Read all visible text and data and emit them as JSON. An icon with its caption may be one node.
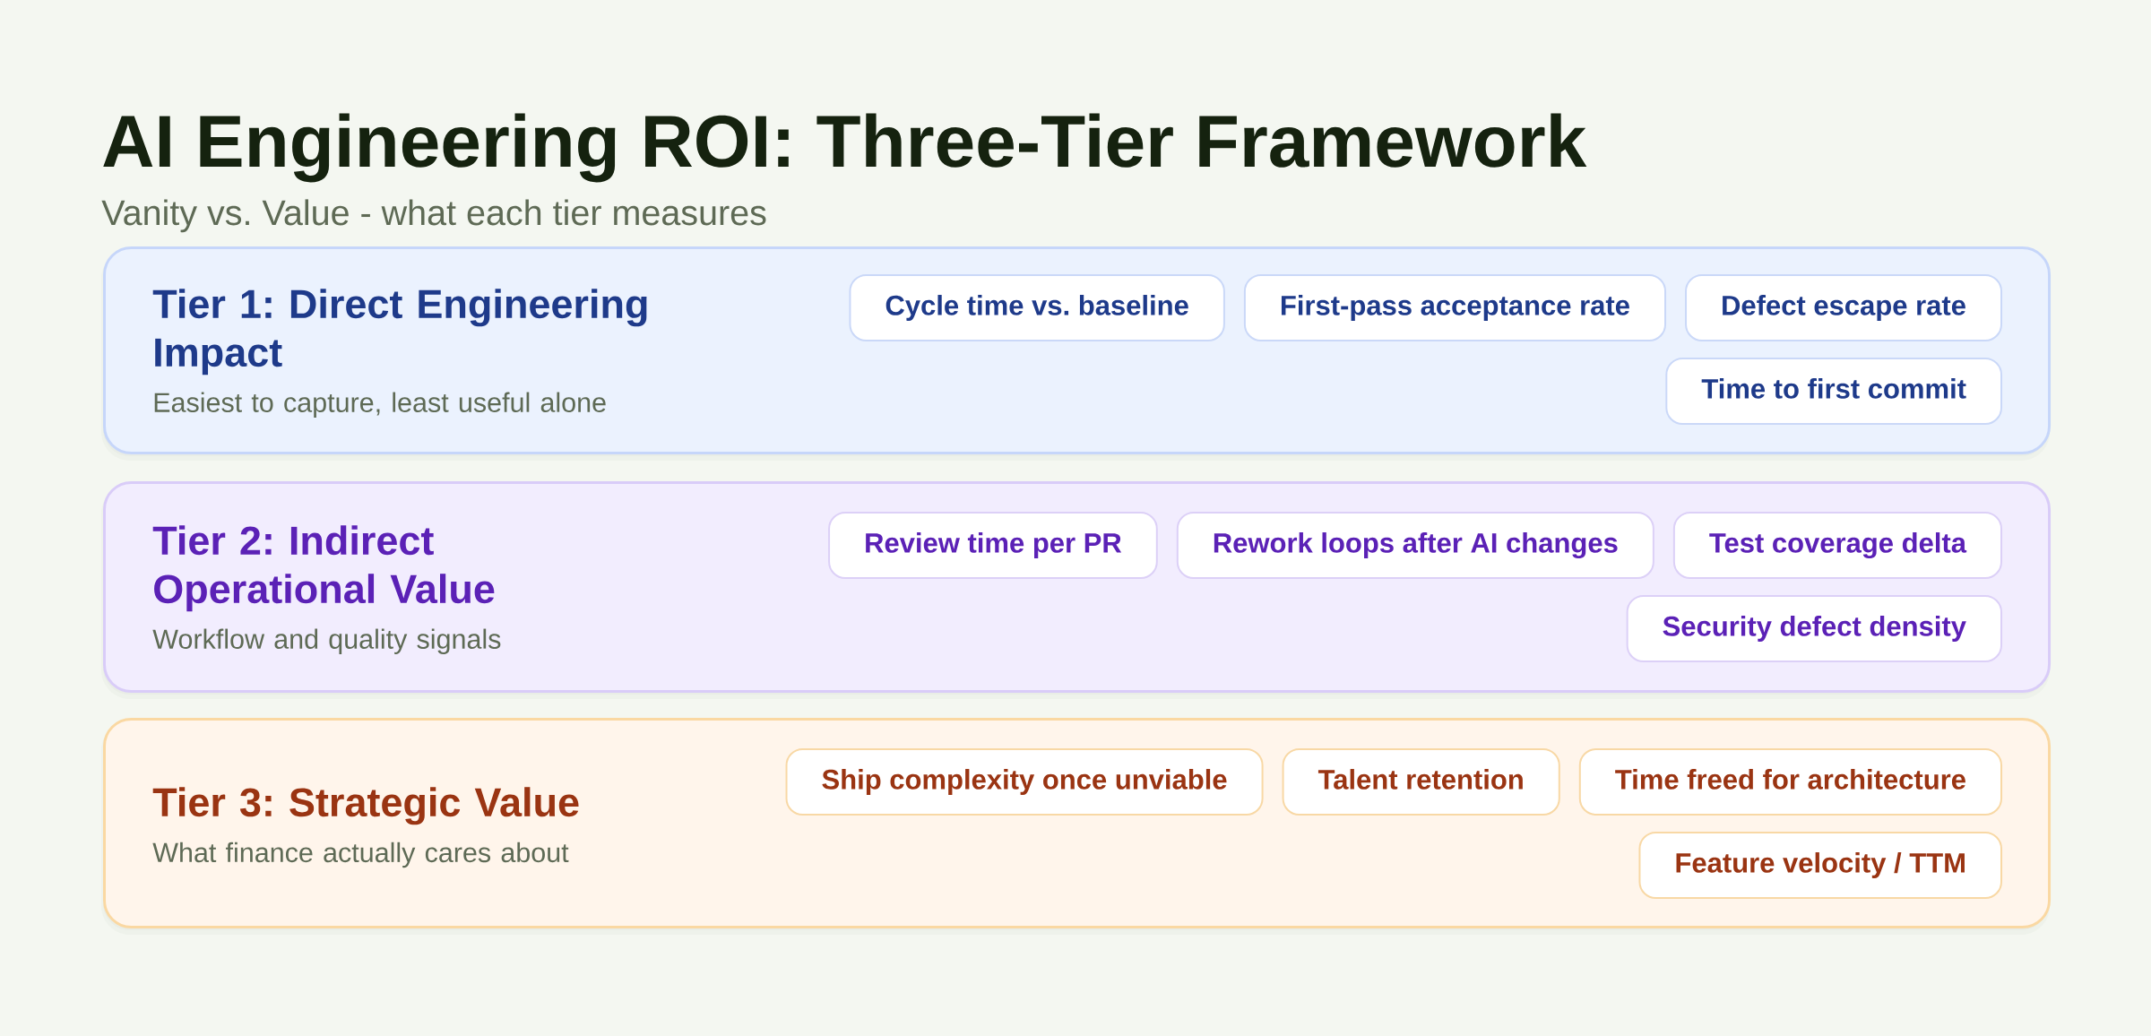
{
  "diagram": {
    "title": "AI Engineering ROI: Three-Tier Framework",
    "nodes": [
      {
        "text": [
          "Tier 1: Direct Engineering Impact",
          "Easiest to capture, least useful alone"
        ]
      },
      {
        "text": [
          "Cycle time vs. baseline"
        ],
        "in": 0
      },
      {
        "text": [
          "First-pass acceptance rate"
        ],
        "in": 0
      },
      {
        "text": [
          "Defect escape rate"
        ],
        "in": 0
      },
      {
        "text": [
          "Time to first commit"
        ],
        "in": 0
      },
      {
        "text": [
          "Tier 2: Indirect Operational Value",
          "Workflow and quality signals"
        ]
      },
      {
        "text": [
          "Review time per PR"
        ],
        "in": 5
      },
      {
        "text": [
          "Rework loops after AI changes"
        ],
        "in": 5
      },
      {
        "text": [
          "Test coverage delta"
        ],
        "in": 5
      },
      {
        "text": [
          "Security defect density"
        ],
        "in": 5
      },
      {
        "text": [
          "Tier 3: Strategic Value",
          "What finance actually cares about"
        ]
      },
      {
        "text": [
          "Ship complexity once unviable"
        ],
        "in": 10
      },
      {
        "text": [
          "Talent retention"
        ],
        "in": 10
      },
      {
        "text": [
          "Time freed for architecture"
        ],
        "in": 10
      },
      {
        "text": [
          "Feature velocity / TTM"
        ],
        "in": 10
      }
    ],
    "labels": [
      "Vanity vs. Value - what each tier measures"
    ]
  }
}
